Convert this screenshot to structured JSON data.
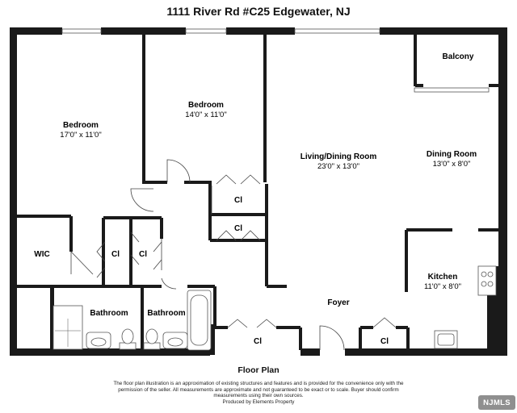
{
  "title": "1111 River Rd #C25 Edgewater, NJ",
  "rooms": {
    "bedroom1": {
      "name": "Bedroom",
      "dims": "17'0\" x 11'0\""
    },
    "bedroom2": {
      "name": "Bedroom",
      "dims": "14'0\" x 11'0\""
    },
    "living": {
      "name": "Living/Dining Room",
      "dims": "23'0\" x 13'0\""
    },
    "dining": {
      "name": "Dining Room",
      "dims": "13'0\" x 8'0\""
    },
    "balcony": {
      "name": "Balcony"
    },
    "kitchen": {
      "name": "Kitchen",
      "dims": "11'0\" x 8'0\""
    },
    "wic": {
      "name": "WIC"
    },
    "bath1": {
      "name": "Bathroom"
    },
    "bath2": {
      "name": "Bathroom"
    },
    "foyer": {
      "name": "Foyer"
    },
    "closet": "Cl"
  },
  "caption": "Floor Plan",
  "disclaimer": "The floor plan illustration is an approximation of existing structures and features and is provided for the convenience only with the permission of the seller. All measurements are approximate and not guaranteed to be exact or to scale. Buyer should confirm measurements using their own sources.",
  "credit": "Produced by Elements Property",
  "logo": "NJMLS"
}
